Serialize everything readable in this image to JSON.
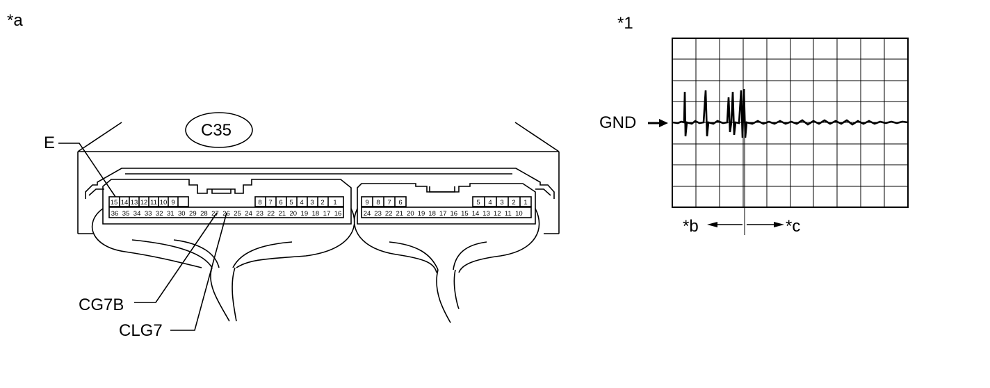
{
  "labels": {
    "callout_a": "*a",
    "callout_1": "*1",
    "connector": "C35",
    "terminal_e": "E",
    "terminal_cg7b": "CG7B",
    "terminal_clg7": "CLG7",
    "gnd": "GND",
    "callout_b": "*b",
    "callout_c": "*c"
  },
  "connector_pins": {
    "left_top": [
      "15",
      "14",
      "13",
      "12",
      "11",
      "10",
      "9",
      "8",
      "7",
      "6",
      "5",
      "4",
      "3",
      "2",
      "1"
    ],
    "left_bottom": [
      "36",
      "35",
      "34",
      "33",
      "32",
      "31",
      "30",
      "29",
      "28",
      "27",
      "26",
      "25",
      "24",
      "23",
      "22",
      "21",
      "20",
      "19",
      "18",
      "17",
      "16"
    ],
    "right_top": [
      "9",
      "8",
      "7",
      "6",
      "5",
      "4",
      "3",
      "2",
      "1"
    ],
    "right_bottom": [
      "24",
      "23",
      "22",
      "21",
      "20",
      "19",
      "18",
      "17",
      "16",
      "15",
      "14",
      "13",
      "12",
      "11",
      "10"
    ]
  },
  "scope": {
    "grid_columns": 10,
    "grid_rows": 8,
    "spikes": 4
  }
}
